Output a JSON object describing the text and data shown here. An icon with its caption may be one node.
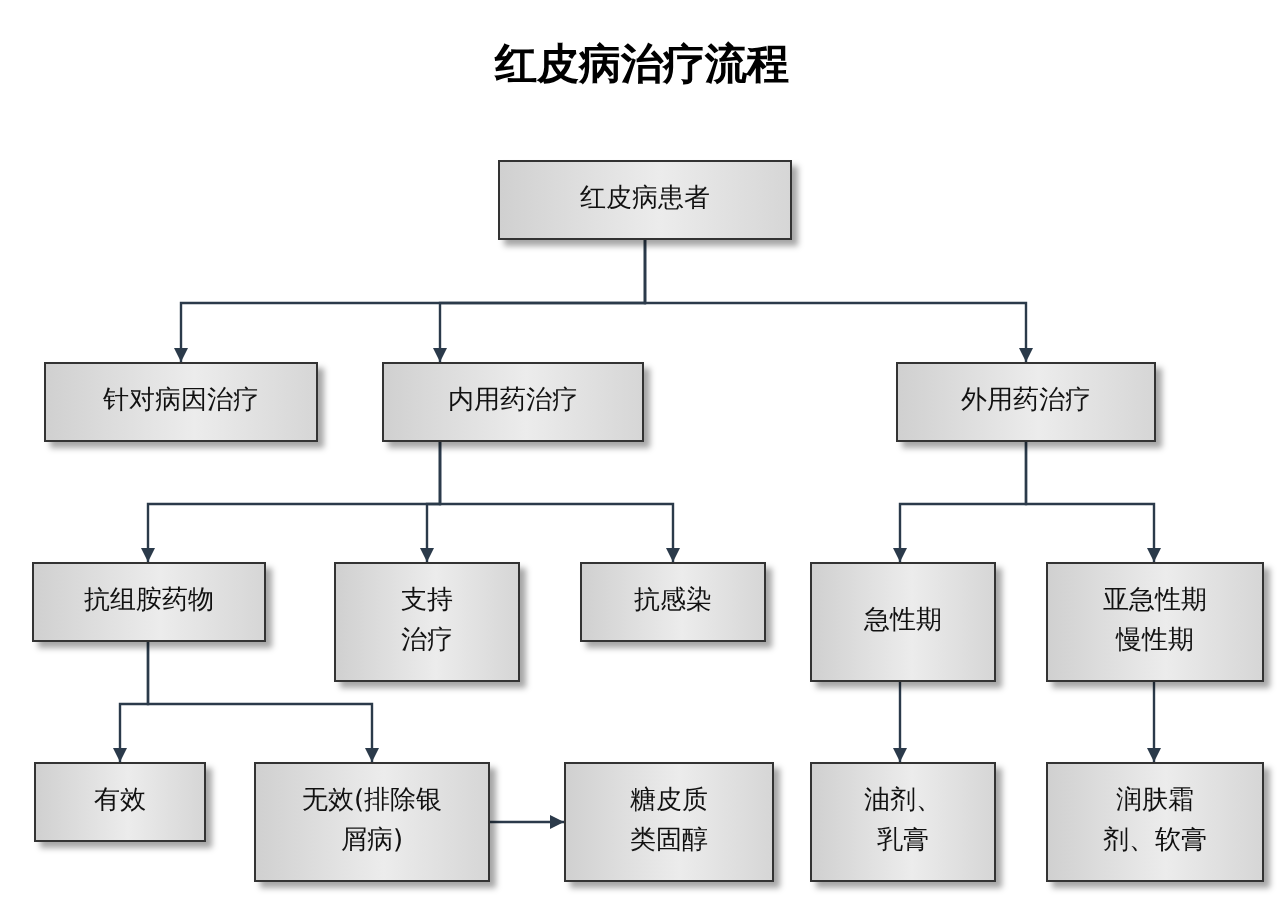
{
  "diagram": {
    "title": "红皮病治疗流程",
    "nodes": [
      {
        "text": [
          "红皮病患者"
        ]
      },
      {
        "text": [
          "针对病因治疗"
        ]
      },
      {
        "text": [
          "内用药治疗"
        ]
      },
      {
        "text": [
          "外用药治疗"
        ]
      },
      {
        "text": [
          "抗组胺药物"
        ]
      },
      {
        "text": [
          "支持治疗"
        ]
      },
      {
        "text": [
          "抗感染"
        ]
      },
      {
        "text": [
          "急性期"
        ]
      },
      {
        "text": [
          "亚急性期慢性期"
        ]
      },
      {
        "text": [
          "有效"
        ]
      },
      {
        "text": [
          "无效(排除银屑病)"
        ]
      },
      {
        "text": [
          "糖皮质类固醇"
        ]
      },
      {
        "text": [
          "油剂、乳膏"
        ]
      },
      {
        "text": [
          "润肤霜剂、软膏"
        ]
      }
    ],
    "edges": [
      {
        "from": 0,
        "to": 1,
        "arrow": "to"
      },
      {
        "from": 0,
        "to": 2,
        "arrow": "to"
      },
      {
        "from": 0,
        "to": 3,
        "arrow": "to"
      },
      {
        "from": 2,
        "to": 4,
        "arrow": "to"
      },
      {
        "from": 2,
        "to": 5,
        "arrow": "to"
      },
      {
        "from": 2,
        "to": 6,
        "arrow": "to"
      },
      {
        "from": 3,
        "to": 7,
        "arrow": "to"
      },
      {
        "from": 3,
        "to": 8,
        "arrow": "to"
      },
      {
        "from": 4,
        "to": 9,
        "arrow": "to"
      },
      {
        "from": 4,
        "to": 10,
        "arrow": "to"
      },
      {
        "from": 10,
        "to": 11,
        "arrow": "to"
      },
      {
        "from": 7,
        "to": 12,
        "arrow": "to"
      },
      {
        "from": 8,
        "to": 13,
        "arrow": "to"
      }
    ]
  }
}
